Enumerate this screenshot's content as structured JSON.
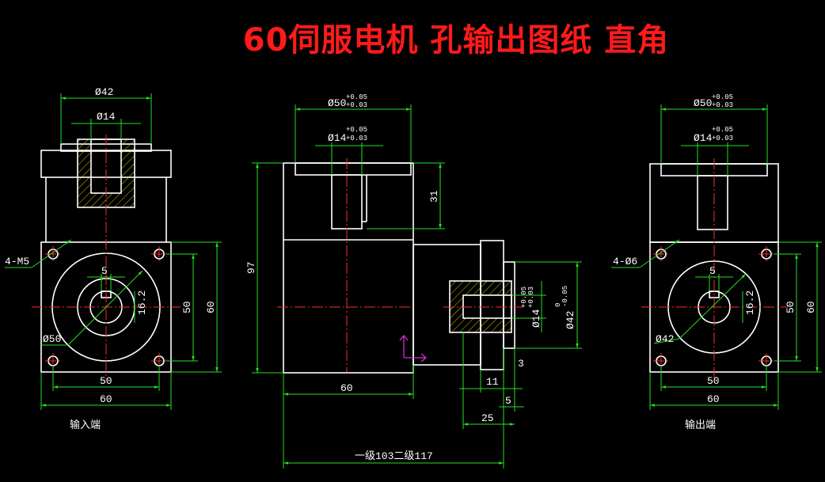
{
  "title": "60伺服电机 孔输出图纸 直角",
  "input_view": {
    "dim_top_outer": "Ø42",
    "dim_top_inner": "Ø14",
    "hole_label": "4-M5",
    "keyway": "5",
    "bore": "16.2",
    "inner_height": "50",
    "outer_height": "60",
    "circle": "Ø50",
    "bolt_width": "50",
    "flange_width": "60",
    "caption": "输入端"
  },
  "side_view": {
    "dim_top_outer": "Ø50",
    "dim_top_inner": "Ø14",
    "tol_upper": "+0.05",
    "tol_lower": "+0.03",
    "depth": "31",
    "height": "97",
    "width": "60",
    "bore_dim": "Ø14",
    "bore_tol_upper": "+0.05",
    "bore_tol_lower": "+0.03",
    "shaft_dim": "Ø42",
    "shaft_tol_upper": "0",
    "shaft_tol_lower": "-0.05",
    "step": "3",
    "d11": "11",
    "d5": "5",
    "d25": "25",
    "total_length": "一级103二级117"
  },
  "output_view": {
    "dim_top_outer": "Ø50",
    "dim_top_inner": "Ø14",
    "tol_upper": "+0.05",
    "tol_lower": "+0.03",
    "hole_label": "4-Ø6",
    "keyway": "5",
    "bore": "16.2",
    "inner_height": "50",
    "outer_height": "60",
    "circle": "Ø42",
    "bolt_width": "50",
    "flange_width": "60",
    "caption": "输出端"
  }
}
